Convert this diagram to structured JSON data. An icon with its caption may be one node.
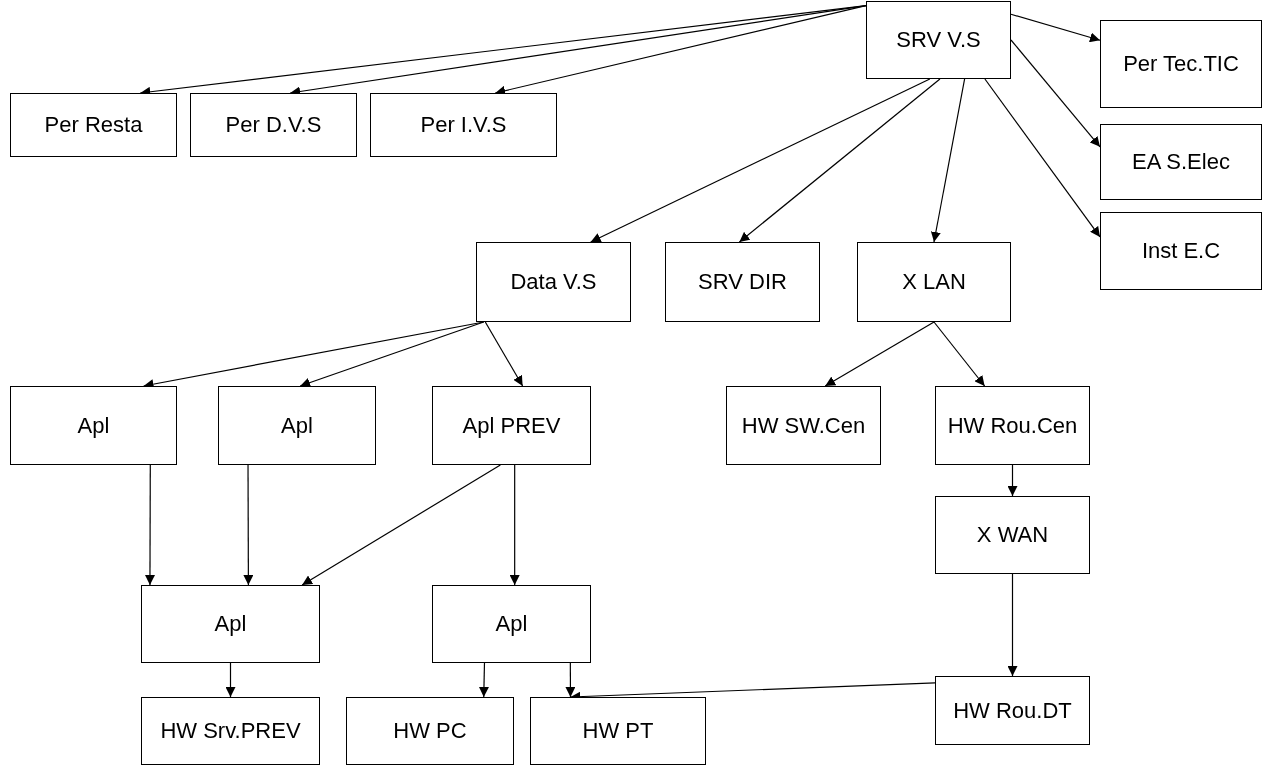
{
  "diagram": {
    "nodes": [
      {
        "text": [
          "SRV V.S"
        ]
      },
      {
        "text": [
          "Per Resta"
        ]
      },
      {
        "text": [
          "Per D.V.S"
        ]
      },
      {
        "text": [
          "Per I.V.S"
        ]
      },
      {
        "text": [
          "Per Tec.TIC"
        ]
      },
      {
        "text": [
          "EA S.Elec"
        ]
      },
      {
        "text": [
          "Inst E.C"
        ]
      },
      {
        "text": [
          "Data V.S"
        ]
      },
      {
        "text": [
          "SRV DIR"
        ]
      },
      {
        "text": [
          "X LAN"
        ]
      },
      {
        "text": [
          "Apl"
        ]
      },
      {
        "text": [
          "Apl"
        ]
      },
      {
        "text": [
          "Apl PREV"
        ]
      },
      {
        "text": [
          "HW SW.Cen"
        ]
      },
      {
        "text": [
          "HW Rou.Cen"
        ]
      },
      {
        "text": [
          "X WAN"
        ]
      },
      {
        "text": [
          "Apl"
        ]
      },
      {
        "text": [
          "Apl"
        ]
      },
      {
        "text": [
          "HW Rou.DT"
        ]
      },
      {
        "text": [
          "HW Srv.PREV"
        ]
      },
      {
        "text": [
          "HW PC"
        ]
      },
      {
        "text": [
          "HW PT"
        ]
      }
    ],
    "edges": [
      {
        "from": 0,
        "to": 1,
        "arrow": "to"
      },
      {
        "from": 0,
        "to": 2,
        "arrow": "to"
      },
      {
        "from": 0,
        "to": 3,
        "arrow": "to"
      },
      {
        "from": 0,
        "to": 4,
        "arrow": "to"
      },
      {
        "from": 0,
        "to": 5,
        "arrow": "to"
      },
      {
        "from": 0,
        "to": 6,
        "arrow": "to"
      },
      {
        "from": 0,
        "to": 7,
        "arrow": "to"
      },
      {
        "from": 0,
        "to": 8,
        "arrow": "to"
      },
      {
        "from": 0,
        "to": 9,
        "arrow": "to"
      },
      {
        "from": 7,
        "to": 10,
        "arrow": "to"
      },
      {
        "from": 7,
        "to": 11,
        "arrow": "to"
      },
      {
        "from": 7,
        "to": 12,
        "arrow": "to"
      },
      {
        "from": 9,
        "to": 13,
        "arrow": "to"
      },
      {
        "from": 9,
        "to": 14,
        "arrow": "to"
      },
      {
        "from": 14,
        "to": 15,
        "arrow": "to"
      },
      {
        "from": 15,
        "to": 18,
        "arrow": "to"
      },
      {
        "from": 18,
        "to": 21,
        "arrow": "to"
      },
      {
        "from": 10,
        "to": 16,
        "arrow": "to"
      },
      {
        "from": 11,
        "to": 16,
        "arrow": "to"
      },
      {
        "from": 12,
        "to": 16,
        "arrow": "to"
      },
      {
        "from": 12,
        "to": 17,
        "arrow": "to"
      },
      {
        "from": 16,
        "to": 19,
        "arrow": "to"
      },
      {
        "from": 17,
        "to": 20,
        "arrow": "to"
      },
      {
        "from": 17,
        "to": 21,
        "arrow": "to"
      }
    ]
  }
}
